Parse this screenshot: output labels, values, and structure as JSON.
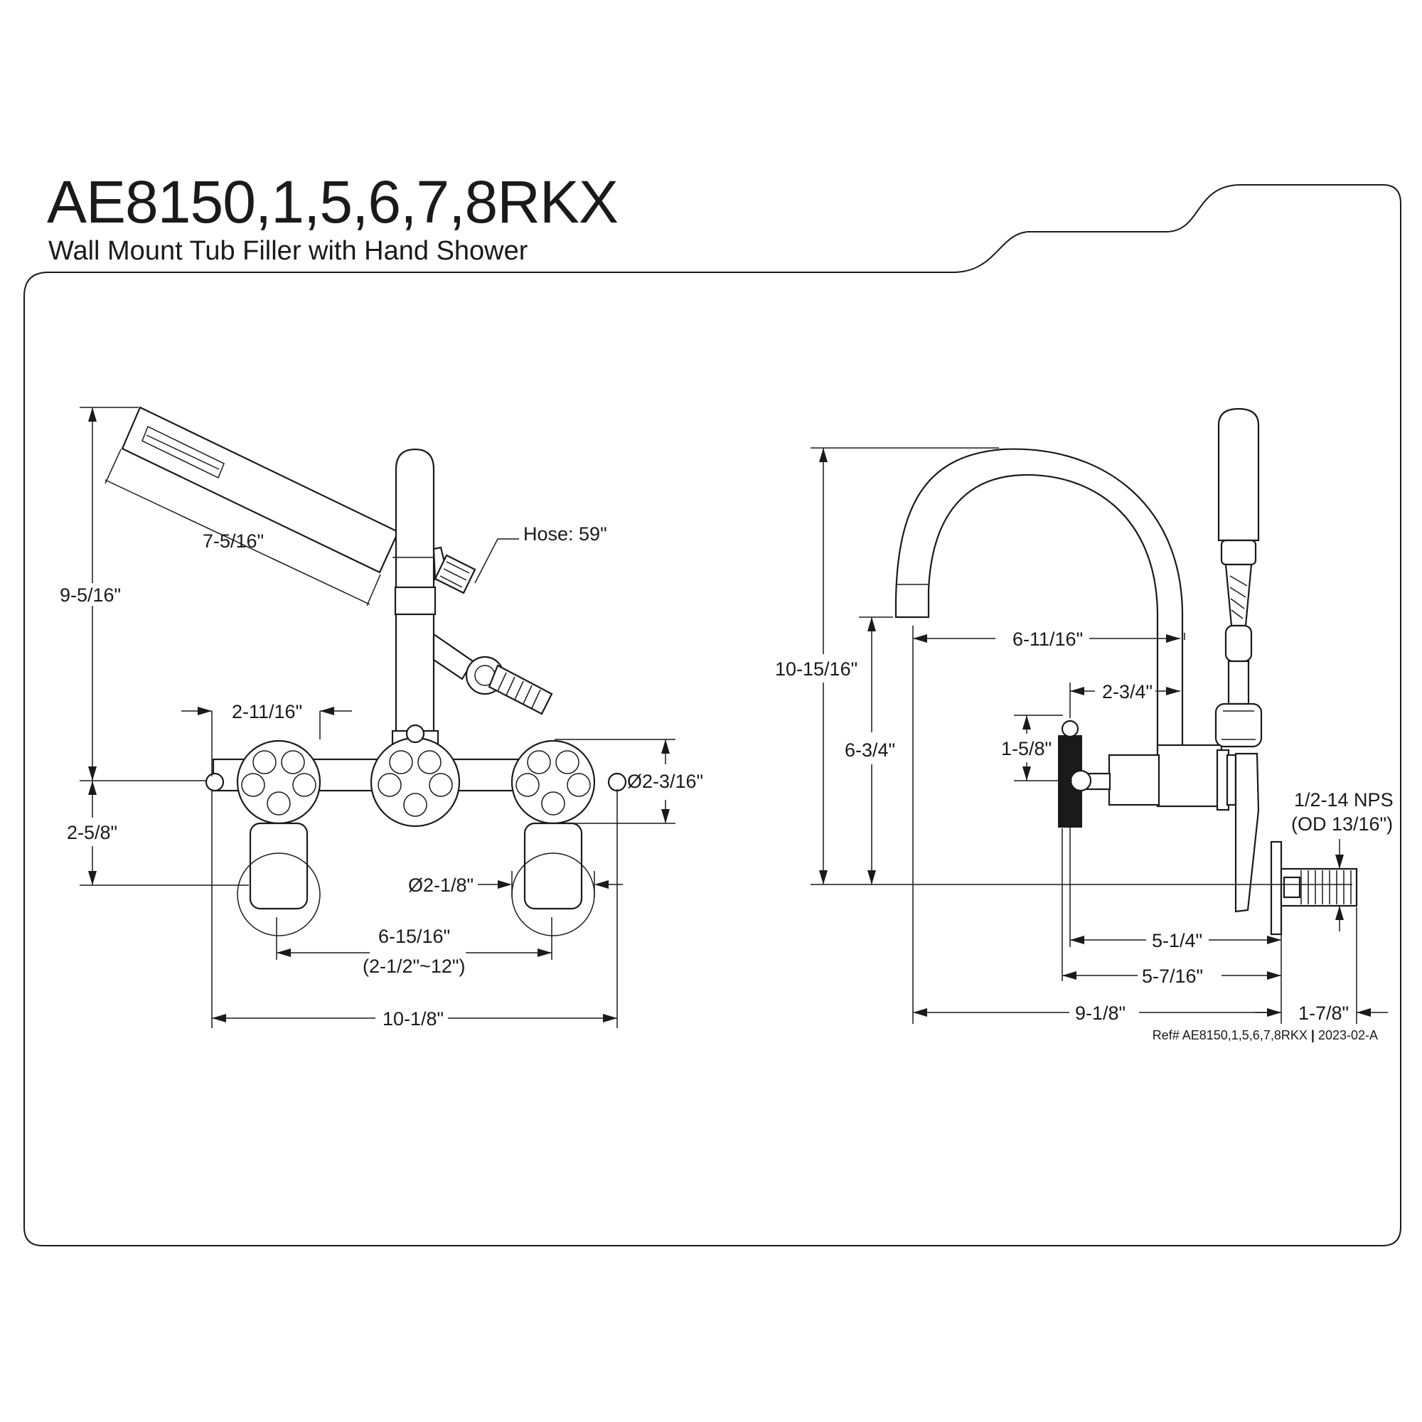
{
  "header": {
    "title": "AE8150,1,5,6,7,8RKX",
    "subtitle": "Wall Mount Tub Filler with Hand Shower"
  },
  "footer": {
    "ref": "Ref# AE8150,1,5,6,7,8RKX",
    "separator": "|",
    "revision": "2023-02-A"
  },
  "front_view": {
    "hand_shower_length": "7-5/16\"",
    "hose": "Hose: 59\"",
    "height_to_top": "9-5/16\"",
    "handle_to_spout": "2-11/16\"",
    "handle_diameter": "Ø2-3/16\"",
    "lower_height": "2-5/8\"",
    "flange_diameter": "Ø2-1/8\"",
    "center_spread": "6-15/16\"",
    "spread_range": "(2-1/2\"~12\")",
    "overall_width": "10-1/8\""
  },
  "side_view": {
    "spout_height": "10-15/16\"",
    "spout_reach": "6-11/16\"",
    "handle_offset": "2-3/4\"",
    "outlet_height": "6-3/4\"",
    "handle_height": "1-5/8\"",
    "connection_thread": "1/2-14 NPS",
    "connection_od": "(OD 13/16\")",
    "handle_to_wall": "5-1/4\"",
    "handle_depth": "5-7/16\"",
    "overall_reach": "9-1/8\"",
    "inlet_length": "1-7/8\""
  }
}
